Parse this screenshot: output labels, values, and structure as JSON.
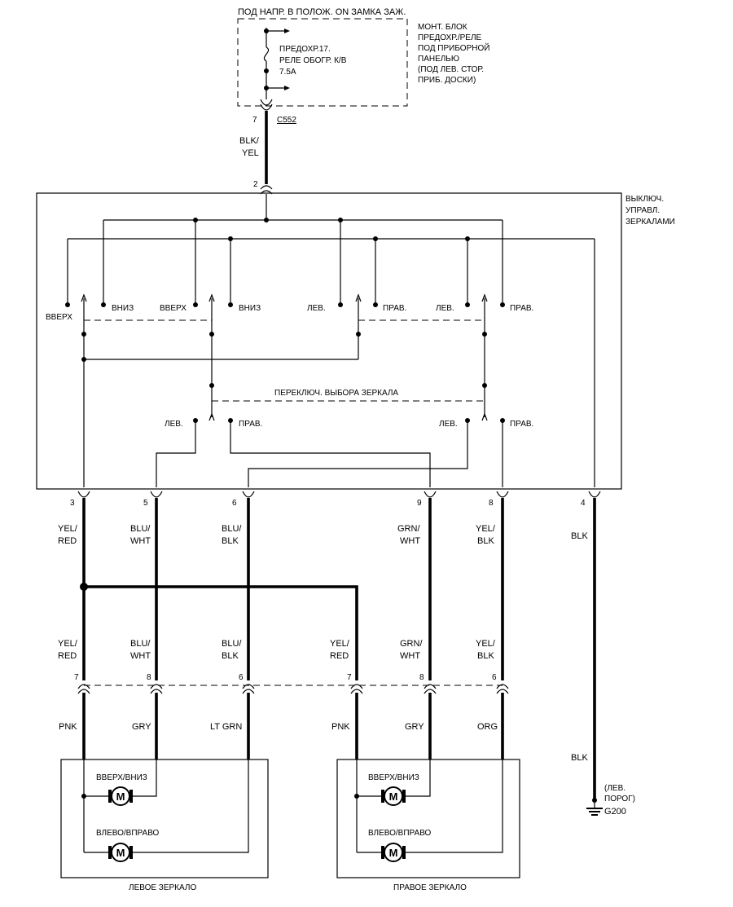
{
  "power": {
    "title": "ПОД НАПР. В ПОЛОЖ. ON ЗАМКА ЗАЖ.",
    "fuse_line1": "ПРЕДОХР.17.",
    "fuse_line2": "РЕЛЕ ОБОГР. К/В",
    "fuse_line3": "7.5A",
    "block_lines": [
      "МОНТ. БЛОК",
      "ПРЕДОХР./РЕЛЕ",
      "ПОД ПРИБОРНОЙ",
      "ПАНЕЛЬЮ",
      "(ПОД ЛЕВ. СТОР.",
      "ПРИБ. ДОСКИ)"
    ],
    "pin": "7",
    "connector": "C552",
    "wire_top": "BLK/",
    "wire_bottom": "YEL"
  },
  "switch": {
    "input_pin": "2",
    "title_lines": [
      "ВЫКЛЮЧ.",
      "УПРАВЛ.",
      "ЗЕРКАЛАМИ"
    ],
    "labels": {
      "up1": "ВВЕРХ",
      "down1": "ВНИЗ",
      "up2": "ВВЕРХ",
      "down2": "ВНИЗ",
      "left1": "ЛЕВ.",
      "right1": "ПРАВ.",
      "left2": "ЛЕВ.",
      "right2": "ПРАВ."
    },
    "selector_title": "ПЕРЕКЛЮЧ. ВЫБОРА ЗЕРКАЛА",
    "sel_left1": "ЛЕВ.",
    "sel_right1": "ПРАВ.",
    "sel_left2": "ЛЕВ.",
    "sel_right2": "ПРАВ."
  },
  "outputs": {
    "pins": [
      "3",
      "5",
      "6",
      "9",
      "8",
      "4"
    ],
    "wires": [
      {
        "top": "YEL/",
        "bottom": "RED"
      },
      {
        "top": "BLU/",
        "bottom": "WHT"
      },
      {
        "top": "BLU/",
        "bottom": "BLK"
      },
      {
        "top": "GRN/",
        "bottom": "WHT"
      },
      {
        "top": "YEL/",
        "bottom": "BLK"
      },
      {
        "top": "BLK",
        "bottom": ""
      }
    ]
  },
  "mid_wires": [
    {
      "top": "YEL/",
      "bottom": "RED"
    },
    {
      "top": "BLU/",
      "bottom": "WHT"
    },
    {
      "top": "BLU/",
      "bottom": "BLK"
    },
    {
      "top": "YEL/",
      "bottom": "RED"
    },
    {
      "top": "GRN/",
      "bottom": "WHT"
    },
    {
      "top": "YEL/",
      "bottom": "BLK"
    }
  ],
  "mirror_conn": {
    "pins": [
      "7",
      "8",
      "6",
      "7",
      "8",
      "6"
    ],
    "wires": [
      "PNK",
      "GRY",
      "LT GRN",
      "PNK",
      "GRY",
      "ORG"
    ]
  },
  "left_mirror": {
    "motor1": "ВВЕРХ/ВНИЗ",
    "motor2": "ВЛЕВО/ВПРАВО",
    "title": "ЛЕВОЕ ЗЕРКАЛО",
    "motor_symbol": "M"
  },
  "right_mirror": {
    "motor1": "ВВЕРХ/ВНИЗ",
    "motor2": "ВЛЕВО/ВПРАВО",
    "title": "ПРАВОЕ ЗЕРКАЛО",
    "motor_symbol": "M"
  },
  "ground": {
    "wire": "BLK",
    "note1": "(ЛЕВ.",
    "note2": "ПОРОГ)",
    "name": "G200"
  }
}
